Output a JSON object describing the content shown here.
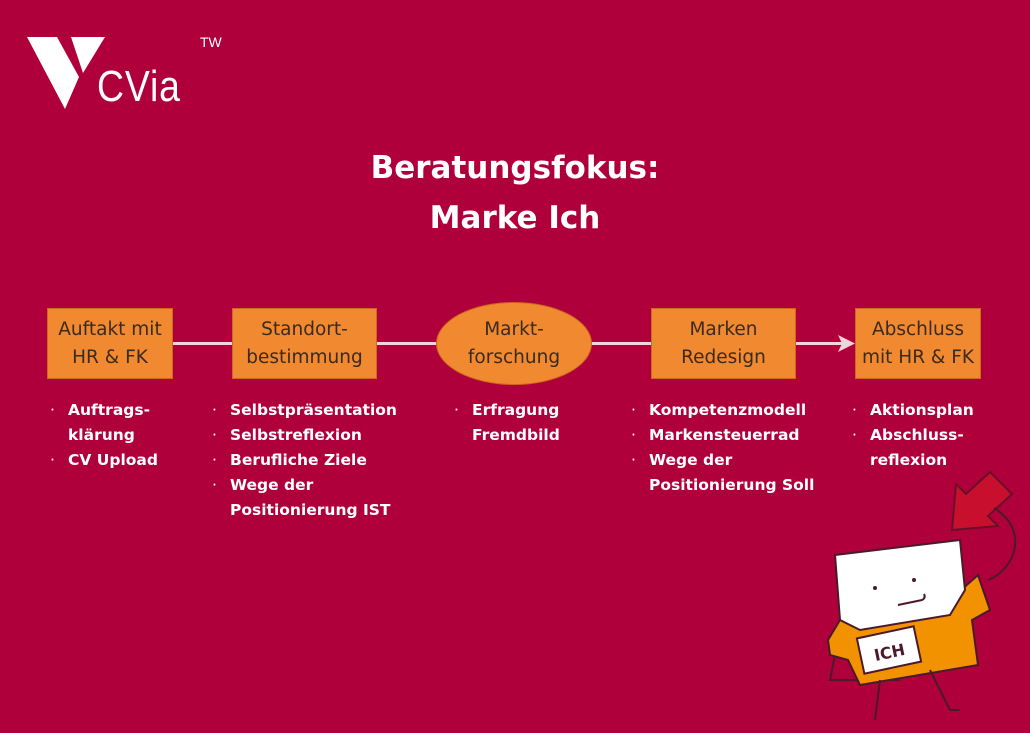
{
  "logo": {
    "brand": "CVia",
    "trademark": "TW"
  },
  "title": {
    "line1": "Beratungsfokus:",
    "line2": "Marke Ich"
  },
  "steps": [
    {
      "line1": "Auftakt mit",
      "line2": "HR & FK",
      "items": [
        "Auftrags-\nklärung",
        "CV Upload"
      ]
    },
    {
      "line1": "Standort-",
      "line2": "bestimmung",
      "items": [
        "Selbstpräsentation",
        "Selbstreflexion",
        "Berufliche Ziele",
        "Wege der\nPositionierung IST"
      ]
    },
    {
      "line1": "Markt-",
      "line2": "forschung",
      "items": [
        "Erfragung\nFremdbild"
      ]
    },
    {
      "line1": "Marken",
      "line2": "Redesign",
      "items": [
        "Kompetenzmodell",
        "Markensteuerrad",
        "Wege der\nPositionierung Soll"
      ]
    },
    {
      "line1": "Abschluss",
      "line2": "mit HR & FK",
      "items": [
        "Aktionsplan",
        "Abschluss-\nreflexion"
      ]
    }
  ],
  "mascot": {
    "badge": "ICH"
  },
  "colors": {
    "background": "#b0003b",
    "node": "#f0892f",
    "connector": "#f4d3dc",
    "arrow": "#c8102e"
  }
}
